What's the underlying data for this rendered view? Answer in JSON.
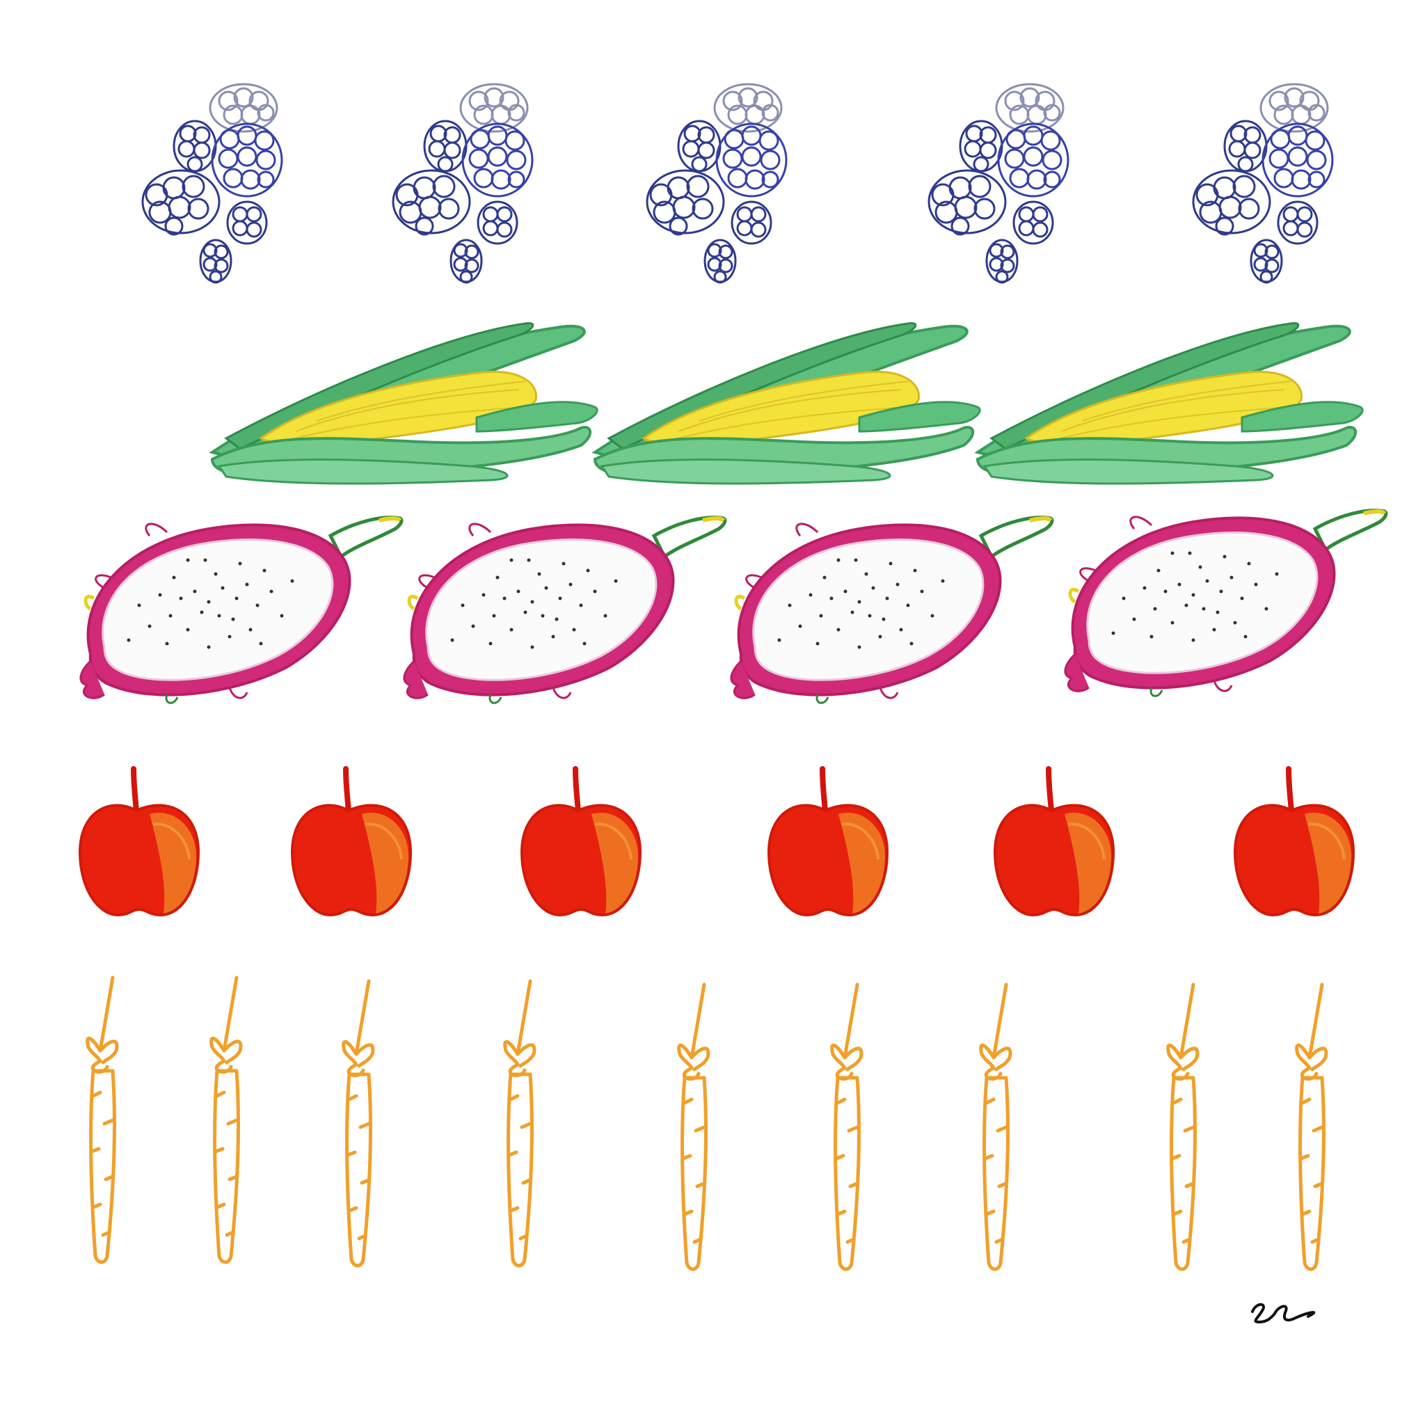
{
  "illustration": {
    "background": "#ffffff",
    "signature": "ec",
    "rows": [
      {
        "item": "blackberry-cluster",
        "count": 5,
        "color": "#2e3a8c"
      },
      {
        "item": "corn-cob",
        "count": 3,
        "colors": {
          "husk": "#3fae63",
          "kernel": "#f2e23a"
        }
      },
      {
        "item": "dragon-fruit-half",
        "count": 4,
        "colors": {
          "skin": "#d02a78",
          "flesh": "#fbfbfb",
          "seed": "#333333",
          "tip": "#2f8a3a"
        }
      },
      {
        "item": "apple",
        "count": 6,
        "colors": {
          "body": "#e8210f",
          "highlight": "#f28a28",
          "stem": "#d4140c"
        }
      },
      {
        "item": "carrot",
        "count": 9,
        "color": "#f0a02a"
      }
    ]
  }
}
